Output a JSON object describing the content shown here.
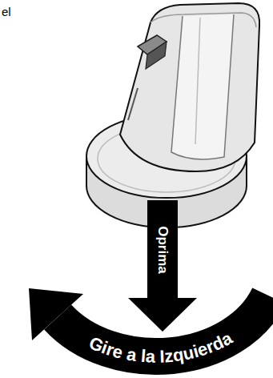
{
  "diagram": {
    "labels": [
      "el",
      "Oprima",
      "Gire a la Izquierda"
    ]
  }
}
